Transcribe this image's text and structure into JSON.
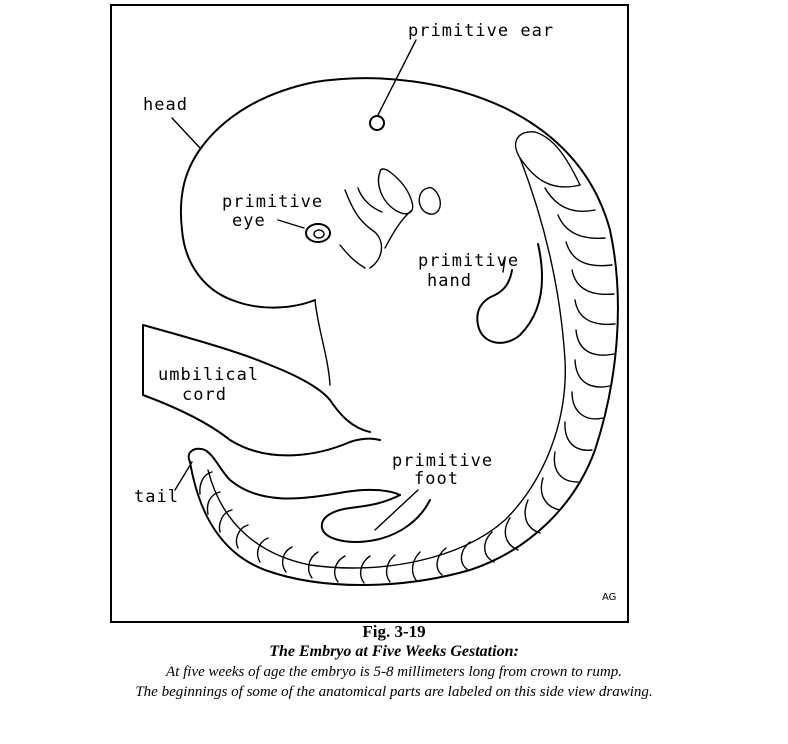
{
  "labels": {
    "primitive_ear": "primitive ear",
    "head": "head",
    "primitive_eye_line1": "primitive",
    "primitive_eye_line2": "eye",
    "primitive_hand_line1": "primitive",
    "primitive_hand_line2": "hand",
    "umbilical_cord_line1": "umbilical",
    "umbilical_cord_line2": "cord",
    "primitive_foot_line1": "primitive",
    "primitive_foot_line2": "foot",
    "tail": "tail",
    "artist_initials": "AG"
  },
  "caption": {
    "fig_number": "Fig. 3-19",
    "title": "The Embryo at Five Weeks Gestation:",
    "line1": "At five weeks of age the embryo is 5-8 millimeters long from crown to rump.",
    "line2": "The beginnings of some of the anatomical parts are labeled on this side view drawing."
  }
}
